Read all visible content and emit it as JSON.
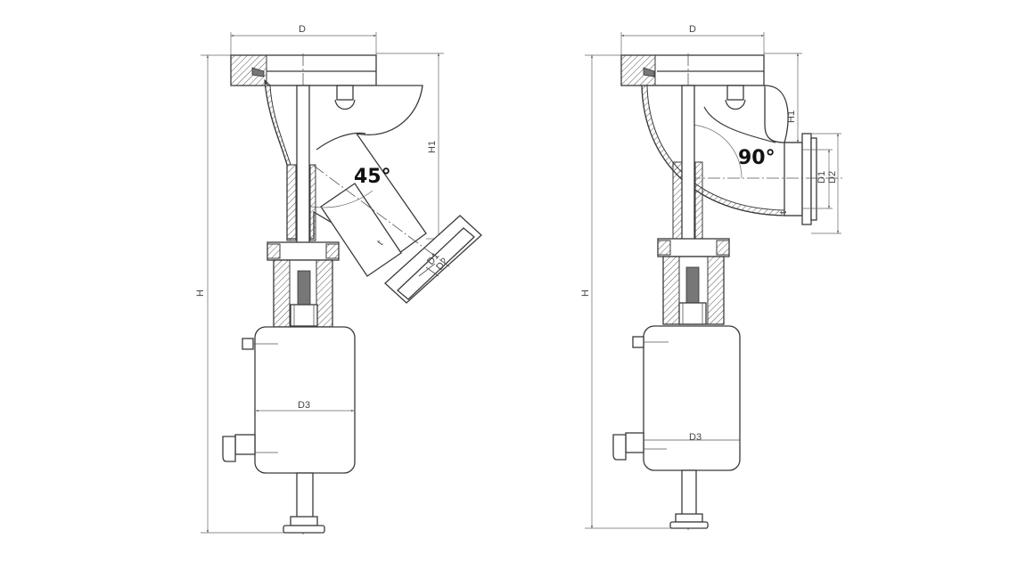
{
  "figure_left": {
    "angle_label": "45°",
    "labels": {
      "D": "D",
      "H": "H",
      "H1": "H1",
      "D1": "D1",
      "D2": "D2",
      "D3": "D3",
      "t": "t"
    }
  },
  "figure_right": {
    "angle_label": "90°",
    "labels": {
      "D": "D",
      "H": "H",
      "H1": "H1",
      "D1": "D1",
      "D2": "D2",
      "D3": "D3",
      "t": "t"
    }
  }
}
